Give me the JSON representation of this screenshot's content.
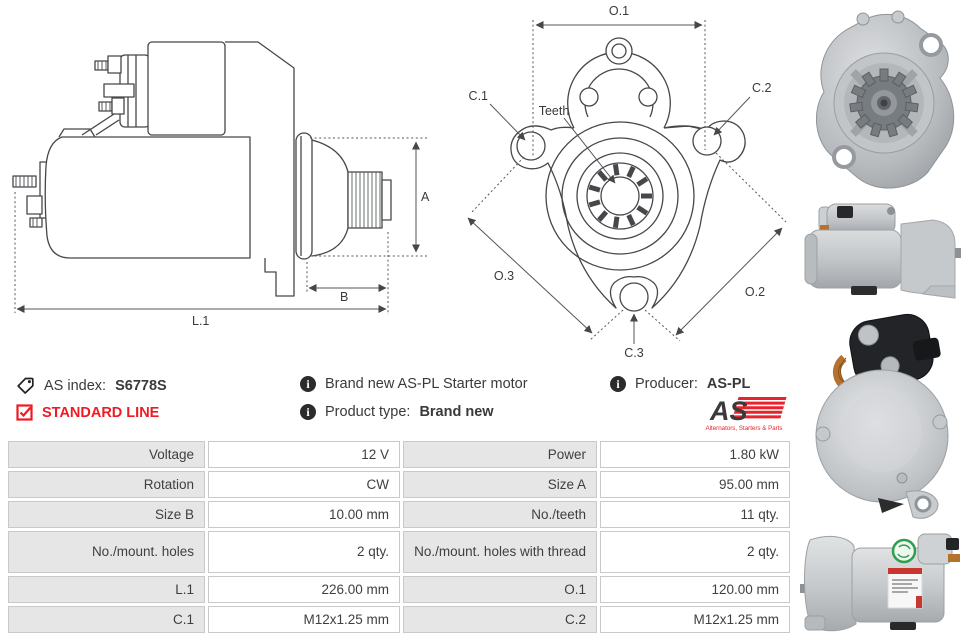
{
  "colors": {
    "accent_red": "#ed1c24",
    "text": "#3a3a3c",
    "table_label_bg": "#e6e6e6",
    "table_border": "#c9c9c9",
    "drawing_line": "#46474a"
  },
  "header_info": {
    "as_index": {
      "label": "AS index:",
      "value": "S6778S"
    },
    "line_badge": "STANDARD LINE",
    "description": "Brand new AS-PL Starter motor",
    "product_type": {
      "label": "Product type:",
      "value": "Brand new"
    },
    "producer": {
      "label": "Producer:",
      "value": "AS-PL"
    },
    "logo": {
      "text": "AS",
      "tagline": "Alternators, Starters & Parts"
    }
  },
  "drawings": {
    "side_view": {
      "dim_a": "A",
      "dim_b": "B",
      "dim_l1": "L.1"
    },
    "front_view": {
      "dim_o1": "O.1",
      "dim_c1": "C.1",
      "dim_c2": "C.2",
      "teeth_label": "Teeth",
      "dim_o3": "O.3",
      "dim_o2": "O.2",
      "dim_c3": "C.3"
    }
  },
  "spec_table": {
    "rows": [
      {
        "l_label": "Voltage",
        "l_value": "12 V",
        "r_label": "Power",
        "r_value": "1.80 kW"
      },
      {
        "l_label": "Rotation",
        "l_value": "CW",
        "r_label": "Size A",
        "r_value": "95.00 mm"
      },
      {
        "l_label": "Size B",
        "l_value": "10.00 mm",
        "r_label": "No./teeth",
        "r_value": "11 qty."
      },
      {
        "l_label": "No./mount. holes",
        "l_value": "2 qty.",
        "r_label": "No./mount. holes with thread",
        "r_value": "2 qty."
      },
      {
        "l_label": "L.1",
        "l_value": "226.00 mm",
        "r_label": "O.1",
        "r_value": "120.00 mm"
      },
      {
        "l_label": "C.1",
        "l_value": "M12x1.25 mm",
        "r_label": "C.2",
        "r_value": "M12x1.25 mm"
      }
    ]
  }
}
